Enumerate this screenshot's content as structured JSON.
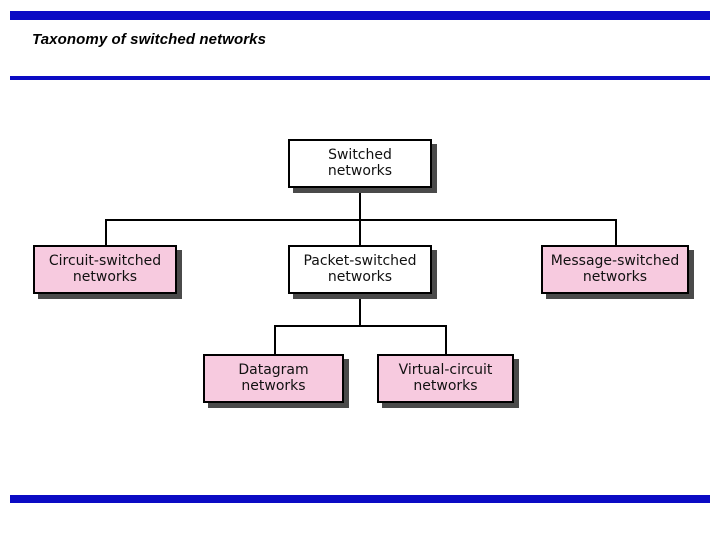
{
  "slide": {
    "title": "Taxonomy of switched networks",
    "accent_color": "#0b0bc4",
    "node_fill_white": "#ffffff",
    "node_fill_pink": "#f7cadf",
    "node_border_color": "#000000",
    "shadow_color": "#4a4a4a"
  },
  "diagram": {
    "type": "tree",
    "nodes": [
      {
        "id": "switched",
        "line1": "Switched",
        "line2": "networks",
        "fill": "white"
      },
      {
        "id": "circuit-switched",
        "line1": "Circuit-switched",
        "line2": "networks",
        "fill": "pink"
      },
      {
        "id": "packet-switched",
        "line1": "Packet-switched",
        "line2": "networks",
        "fill": "white"
      },
      {
        "id": "message-switched",
        "line1": "Message-switched",
        "line2": "networks",
        "fill": "pink"
      },
      {
        "id": "datagram",
        "line1": "Datagram",
        "line2": "networks",
        "fill": "pink"
      },
      {
        "id": "virtual-circuit",
        "line1": "Virtual-circuit",
        "line2": "networks",
        "fill": "pink"
      }
    ],
    "edges": [
      {
        "from": "switched",
        "to": "circuit-switched"
      },
      {
        "from": "switched",
        "to": "packet-switched"
      },
      {
        "from": "switched",
        "to": "message-switched"
      },
      {
        "from": "packet-switched",
        "to": "datagram"
      },
      {
        "from": "packet-switched",
        "to": "virtual-circuit"
      }
    ]
  }
}
